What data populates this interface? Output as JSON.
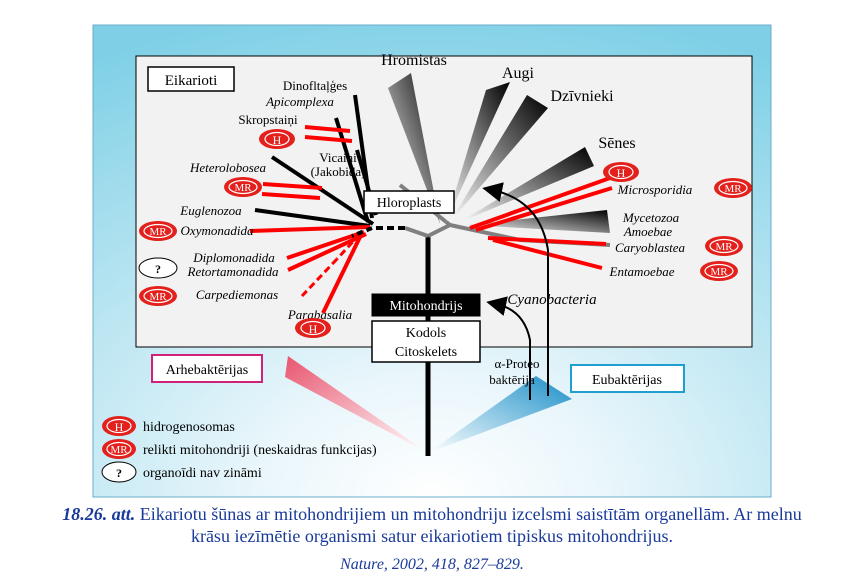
{
  "labels": {
    "eukaryotes": "Eikarioti",
    "chromists": "Hromistas",
    "plants": "Augi",
    "animals": "Dzīvnieki",
    "fungi": "Sēnes",
    "dinoflagellates": "Dinofltaļģes",
    "apicomplexa": "Apicomplexa",
    "ciliates": "Skropstaiņi",
    "jakobids_1": "Vicaiņi",
    "jakobids_2": "(Jakobida)",
    "heterolobosea": "Heterolobosea",
    "euglenozoa": "Euglenozoa",
    "oxymonadida": "Oxymonadida",
    "diplomonadida": "Diplomonadida",
    "retortamonadida": "Retortamonadida",
    "carpediemonas": "Carpediemonas",
    "parabasalia": "Parabasalia",
    "microsporidia": "Microsporidia",
    "mycetozoa": "Mycetozoa",
    "amoebae": "Amoebae",
    "caryoblastea": "Caryoblastea",
    "entamoebae": "Entamoebae",
    "plastids": "Hloroplasts",
    "mitochondria": "Mitohondrijs",
    "nucleus": "Kodols",
    "cytoskeleton": "Citoskelets",
    "cyanobacteria": "Cyanobacteria",
    "alpha_1": "α-Proteo",
    "alpha_2": "baktērija",
    "archaebacteria": "Arhebaktērijas",
    "eubacteria": "Eubaktērijas"
  },
  "badges": {
    "h": "H",
    "mr": "MR",
    "q": "?"
  },
  "legend": {
    "hydrogenosomes": "hidrogenosomas",
    "relict_mitochondria": "relikti mitohondriji (neskaidras funkcijas)",
    "unknown": "organoīdi nav zināmi"
  },
  "caption": {
    "number": "18.26. att.",
    "text_1": "Eikariotu šūnas ar mitohondrijiem un mitohondriju izcelsmi saistītām organellām. Ar melnu",
    "text_2": "krāsu iezīmētie organismi satur eikariotiem tipiskus mitohondrijus.",
    "source": "Nature, 2002,  418, 827–829."
  },
  "colors": {
    "aerobic": "#000000",
    "anaerobic": "#ff0000",
    "plastid_lineage": "#808080",
    "archaebacteria_frame": "#d0217a",
    "eubacteria_frame": "#1e9fd0",
    "caption": "#1a3a9a"
  }
}
